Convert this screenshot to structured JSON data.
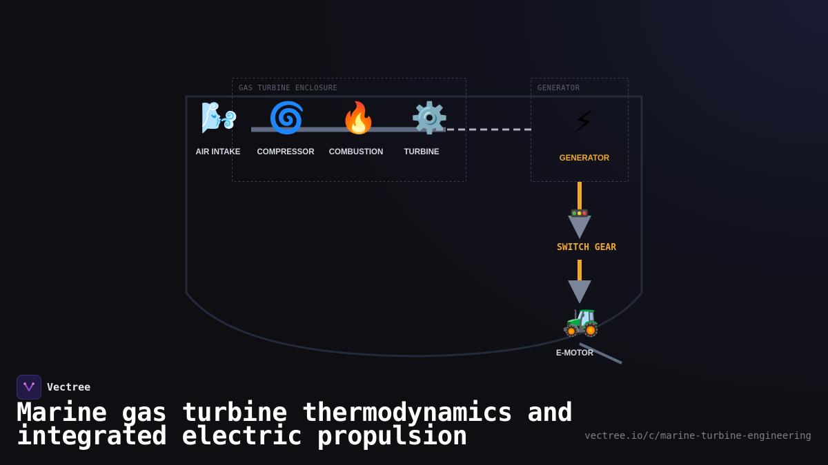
{
  "diagram": {
    "enclosures": {
      "gas_turbine": "GAS TURBINE ENCLOSURE",
      "generator": "GENERATOR"
    },
    "nodes": {
      "air_intake": {
        "icon": "🌬️",
        "icon_name": "wind-icon",
        "label": "AIR INTAKE"
      },
      "compressor": {
        "icon": "🌀",
        "icon_name": "cyclone-icon",
        "label": "COMPRESSOR"
      },
      "combustion": {
        "icon": "🔥",
        "icon_name": "fire-icon",
        "label": "COMBUSTION"
      },
      "turbine": {
        "icon": "⚙️",
        "icon_name": "gear-icon",
        "label": "TURBINE"
      },
      "generator": {
        "icon": "⚡",
        "icon_name": "lightning-icon",
        "label": "GENERATOR"
      },
      "switch_gear": {
        "icon": "🚥",
        "icon_name": "traffic-light-icon",
        "label": "SWITCH GEAR"
      },
      "e_motor": {
        "icon": "🚜",
        "icon_name": "tractor-icon",
        "label": "E-MOTOR"
      }
    },
    "colors": {
      "shaft": "#5f6b80",
      "power_line": "#f0a92c",
      "hull": "#232b3c",
      "enclosure_border": "#3a3f4d",
      "arrow": "#7b8597"
    }
  },
  "brand": {
    "name": "Vectree"
  },
  "title": "Marine gas turbine thermodynamics and integrated electric propulsion",
  "source_url": "vectree.io/c/marine-turbine-engineering"
}
